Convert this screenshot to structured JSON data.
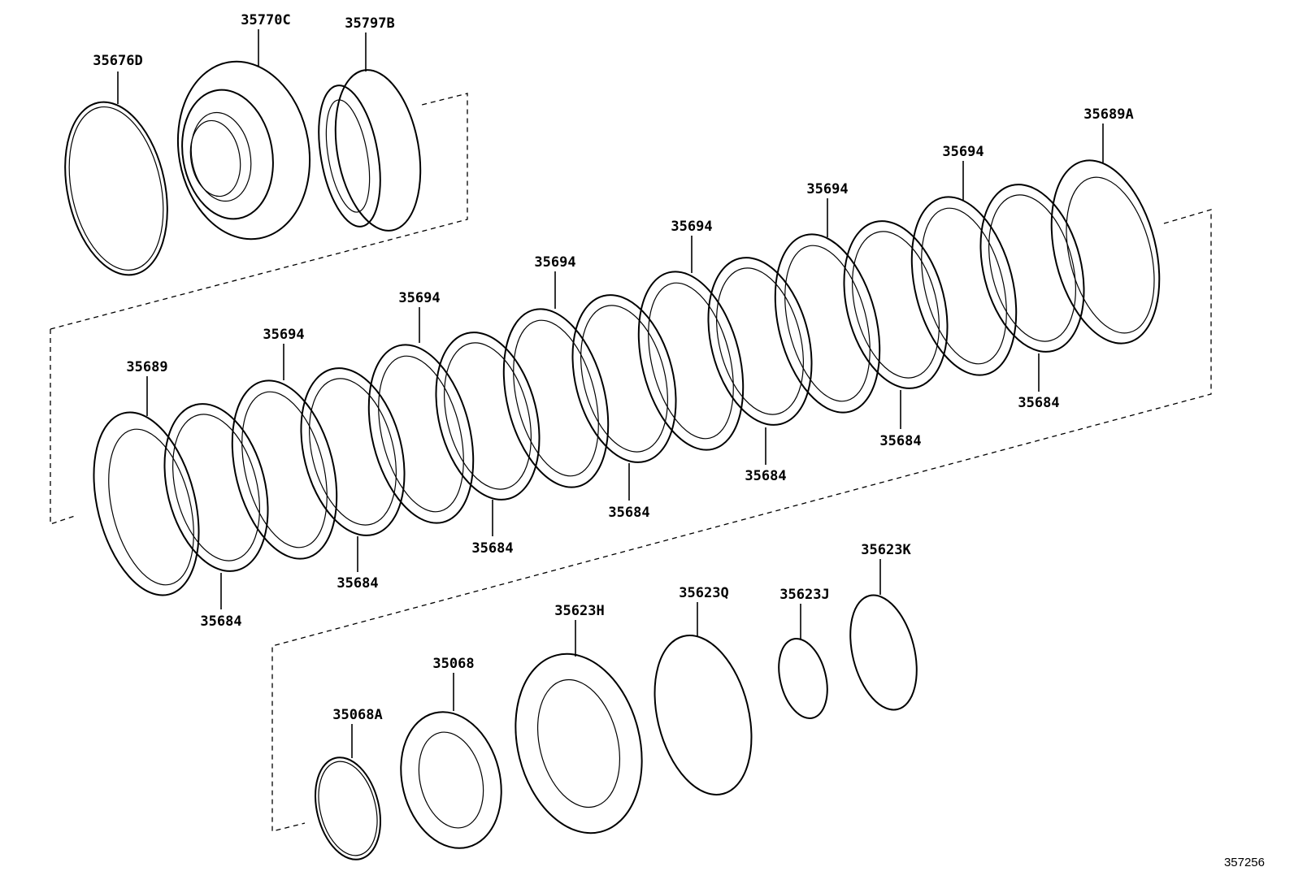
{
  "figure_id": "357256",
  "parts": {
    "p35676D": "35676D",
    "p35770C": "35770C",
    "p35797B": "35797B",
    "p35689A": "35689A",
    "p35689": "35689",
    "p35694_1": "35694",
    "p35694_2": "35694",
    "p35694_3": "35694",
    "p35694_4": "35694",
    "p35694_5": "35694",
    "p35694_6": "35694",
    "p35684_1": "35684",
    "p35684_2": "35684",
    "p35684_3": "35684",
    "p35684_4": "35684",
    "p35684_5": "35684",
    "p35684_6": "35684",
    "p35684_7": "35684",
    "p35623K": "35623K",
    "p35623Q": "35623Q",
    "p35623J": "35623J",
    "p35623H": "35623H",
    "p35068": "35068",
    "p35068A": "35068A"
  }
}
